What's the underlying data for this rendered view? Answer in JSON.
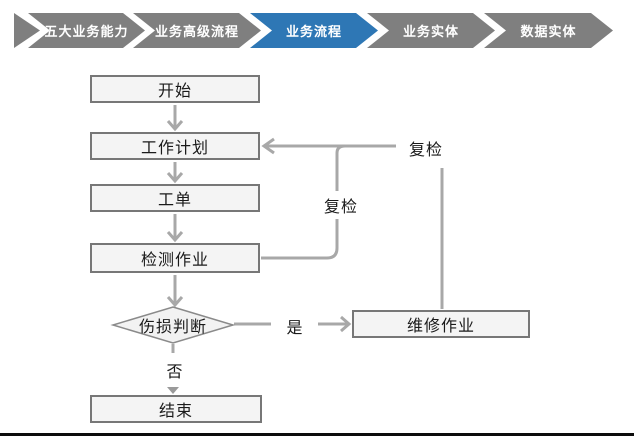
{
  "nav": {
    "steps": [
      {
        "label": "五大业务能力",
        "active": false
      },
      {
        "label": "业务高级流程",
        "active": false
      },
      {
        "label": "业务流程",
        "active": true
      },
      {
        "label": "业务实体",
        "active": false
      },
      {
        "label": "数据实体",
        "active": false
      }
    ],
    "colors": {
      "inactive": "#7f7f7f",
      "active": "#2e77b5",
      "text": "#ffffff"
    }
  },
  "flowchart": {
    "nodes": [
      {
        "id": "start",
        "label": "开始",
        "type": "process"
      },
      {
        "id": "plan",
        "label": "工作计划",
        "type": "process"
      },
      {
        "id": "order",
        "label": "工单",
        "type": "process"
      },
      {
        "id": "inspect",
        "label": "检测作业",
        "type": "process"
      },
      {
        "id": "judge",
        "label": "伤损判断",
        "type": "decision"
      },
      {
        "id": "repair",
        "label": "维修作业",
        "type": "process"
      },
      {
        "id": "end",
        "label": "结束",
        "type": "process"
      }
    ],
    "edges": [
      {
        "from": "start",
        "to": "plan",
        "label": ""
      },
      {
        "from": "plan",
        "to": "order",
        "label": ""
      },
      {
        "from": "order",
        "to": "inspect",
        "label": ""
      },
      {
        "from": "inspect",
        "to": "judge",
        "label": ""
      },
      {
        "from": "judge",
        "to": "repair",
        "label": "是"
      },
      {
        "from": "judge",
        "to": "end",
        "label": "否"
      },
      {
        "from": "inspect",
        "to": "plan",
        "label": "复检"
      },
      {
        "from": "repair",
        "to": "plan",
        "label": "复检"
      }
    ],
    "labels": {
      "yes": "是",
      "no": "否",
      "recheck_mid": "复检",
      "recheck_right": "复检"
    },
    "colors": {
      "box_fill": "#f4f4f4",
      "box_border": "#777777",
      "diamond_fill": "#f2f2f2",
      "line": "#a8a8a8",
      "text": "#1a1a1a"
    }
  }
}
